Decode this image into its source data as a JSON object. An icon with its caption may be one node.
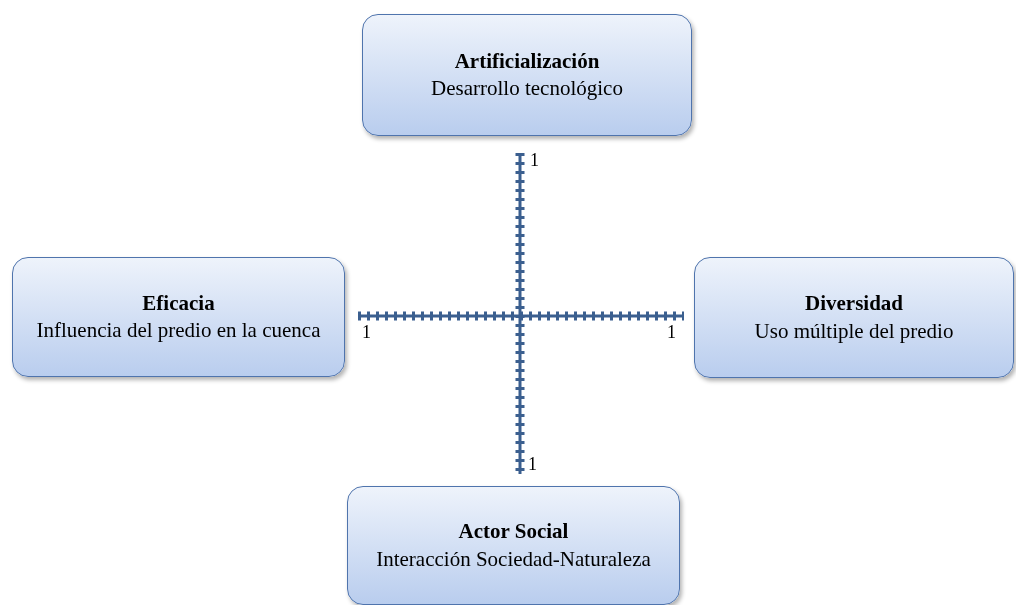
{
  "diagram": {
    "nodes": [
      {
        "text": [
          "Artificialización",
          "Desarrollo tecnológico"
        ]
      },
      {
        "text": [
          "Eficacia",
          "Influencia del predio en la cuenca"
        ]
      },
      {
        "text": [
          "Diversidad",
          "Uso múltiple del predio"
        ]
      },
      {
        "text": [
          "Actor Social",
          "Interacción Sociedad-Naturaleza"
        ]
      }
    ],
    "edges": [],
    "labels": [
      "1",
      "1",
      "1",
      "1"
    ]
  }
}
